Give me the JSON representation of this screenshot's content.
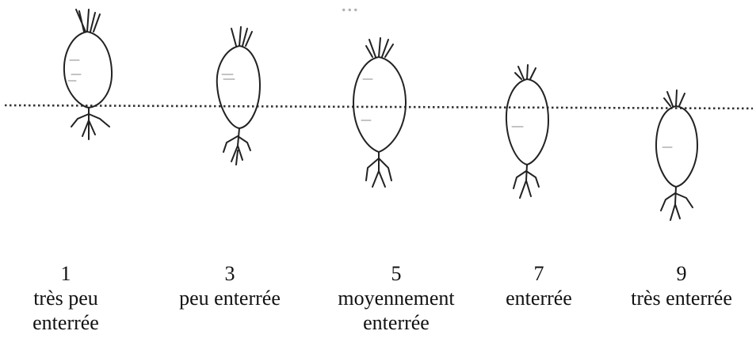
{
  "header_fragment": "...",
  "scale": [
    {
      "score": "1",
      "lines": [
        "très peu",
        "enterrée"
      ],
      "icon": "beet-root-icon"
    },
    {
      "score": "3",
      "lines": [
        "peu enterrée"
      ],
      "icon": "beet-root-icon"
    },
    {
      "score": "5",
      "lines": [
        "moyennement",
        "enterrée"
      ],
      "icon": "beet-root-icon"
    },
    {
      "score": "7",
      "lines": [
        "enterrée"
      ],
      "icon": "beet-root-icon"
    },
    {
      "score": "9",
      "lines": [
        "très enterrée"
      ],
      "icon": "beet-root-icon"
    }
  ],
  "ground_line": {
    "style": "dotted",
    "color": "#333333"
  }
}
